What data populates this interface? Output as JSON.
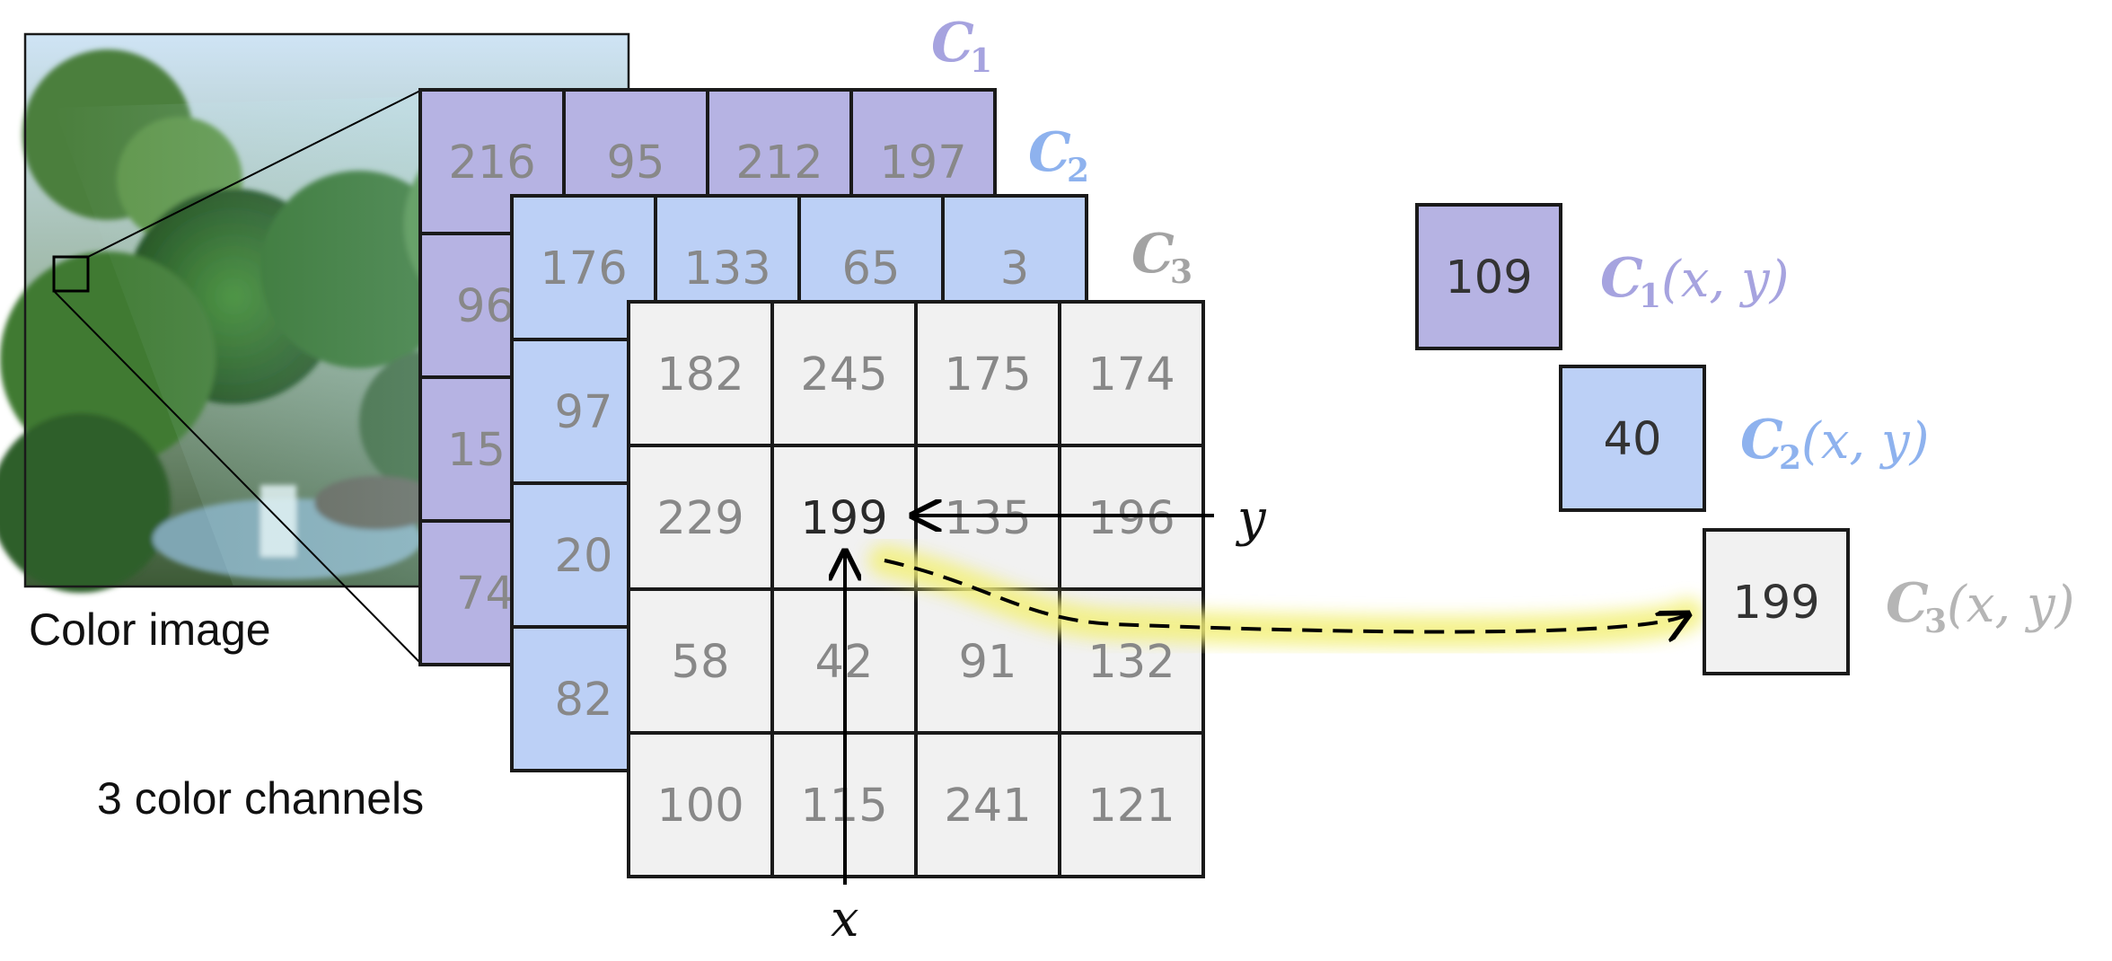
{
  "captions": {
    "image_label": "Color image",
    "channels_label": "3 color channels"
  },
  "channel_labels": [
    {
      "letter": "C",
      "sub": "1",
      "color": "#a6a3df"
    },
    {
      "letter": "C",
      "sub": "2",
      "color": "#8eb2ee"
    },
    {
      "letter": "C",
      "sub": "3",
      "color": "#a3a3a3"
    }
  ],
  "grids": {
    "c1": {
      "color": "#b6b3e3",
      "visible_top_row": [
        "216",
        "95",
        "212",
        "197"
      ],
      "visible_left_col": [
        "96",
        "15",
        "74"
      ]
    },
    "c2": {
      "color": "#bcd0f6",
      "visible_top_row": [
        "176",
        "133",
        "65",
        "3"
      ],
      "visible_left_col": [
        "97",
        "20",
        "82"
      ]
    },
    "c3": {
      "color": "#f1f1f1",
      "rows": [
        [
          "182",
          "245",
          "175",
          "174"
        ],
        [
          "229",
          "199",
          "135",
          "196"
        ],
        [
          "58",
          "42",
          "91",
          "132"
        ],
        [
          "100",
          "115",
          "241",
          "121"
        ]
      ]
    }
  },
  "axes": {
    "x_label": "x",
    "y_label": "y"
  },
  "pixel_values": [
    {
      "value": "109",
      "channel": "C",
      "sub": "1",
      "args": "(x, y)",
      "color": "#b6b3e3",
      "label_color": "#a6a3df"
    },
    {
      "value": "40",
      "channel": "C",
      "sub": "2",
      "args": "(x, y)",
      "color": "#bcd0f6",
      "label_color": "#8eb2ee"
    },
    {
      "value": "199",
      "channel": "C",
      "sub": "3",
      "args": "(x, y)",
      "color": "#f1f1f1",
      "label_color": "#b5b5b5"
    }
  ],
  "colors": {
    "highlight": "#f3f07a",
    "border": "#1a1a1a"
  }
}
